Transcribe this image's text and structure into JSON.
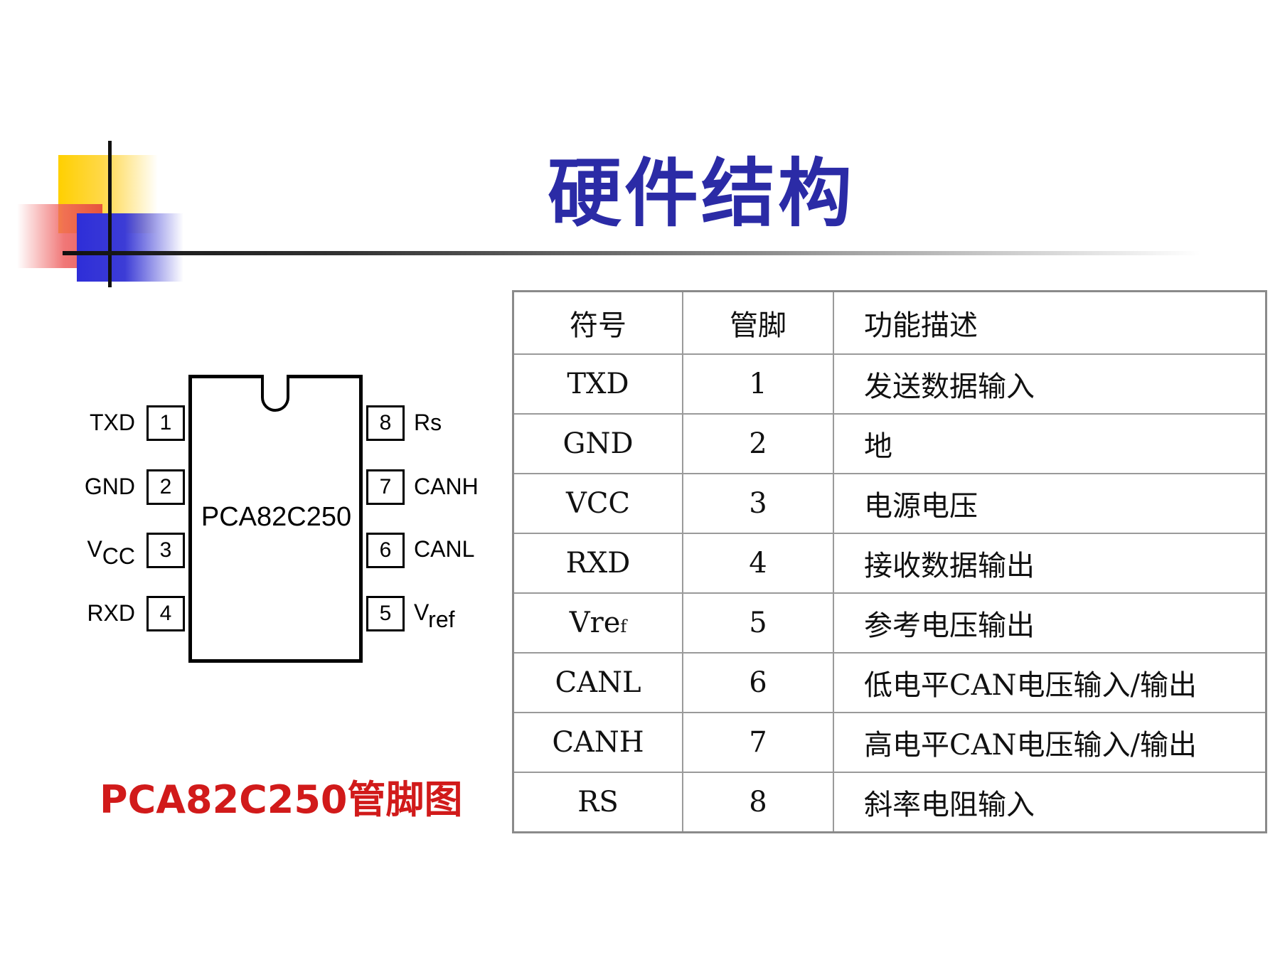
{
  "slide": {
    "title": "硬件结构"
  },
  "diagram": {
    "chip_label": "PCA82C250",
    "caption": "PCA82C250管脚图",
    "left_pins": [
      {
        "number": "1",
        "name": "TXD",
        "name_sub": ""
      },
      {
        "number": "2",
        "name": "GND",
        "name_sub": ""
      },
      {
        "number": "3",
        "name": "V",
        "name_sub": "CC"
      },
      {
        "number": "4",
        "name": "RXD",
        "name_sub": ""
      }
    ],
    "right_pins": [
      {
        "number": "8",
        "name": "Rs",
        "name_sub": ""
      },
      {
        "number": "7",
        "name": "CANH",
        "name_sub": ""
      },
      {
        "number": "6",
        "name": "CANL",
        "name_sub": ""
      },
      {
        "number": "5",
        "name": "V",
        "name_sub": "ref"
      }
    ]
  },
  "table": {
    "headers": [
      "符号",
      "管脚",
      "功能描述"
    ],
    "rows": [
      {
        "symbol": "TXD",
        "symbol_sub": "",
        "pin": "1",
        "desc": "发送数据输入"
      },
      {
        "symbol": "GND",
        "symbol_sub": "",
        "pin": "2",
        "desc": "地"
      },
      {
        "symbol": "VCC",
        "symbol_sub": "",
        "pin": "3",
        "desc": "电源电压"
      },
      {
        "symbol": "RXD",
        "symbol_sub": "",
        "pin": "4",
        "desc": "接收数据输出"
      },
      {
        "symbol": "Vre",
        "symbol_sub": "f",
        "pin": "5",
        "desc": "参考电压输出"
      },
      {
        "symbol": "CANL",
        "symbol_sub": "",
        "pin": "6",
        "desc": "低电平CAN电压输入/输出"
      },
      {
        "symbol": "CANH",
        "symbol_sub": "",
        "pin": "7",
        "desc": "高电平CAN电压输入/输出"
      },
      {
        "symbol": "RS",
        "symbol_sub": "",
        "pin": "8",
        "desc": "斜率电阻输入"
      }
    ]
  },
  "colors": {
    "title": "#2b2ba6",
    "caption": "#d11a1a"
  }
}
